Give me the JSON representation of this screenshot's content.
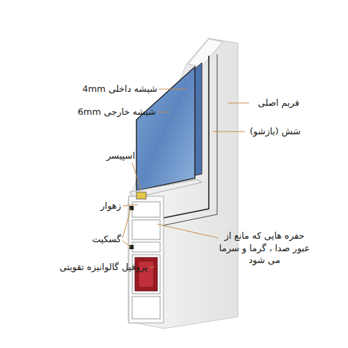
{
  "diagram": {
    "labels": [
      "شیشه داخلی 4mm",
      "شیشه خارجی 6mm",
      "فریم اصلی",
      "سَش (بازشو)",
      "اسپیسر",
      "زهوار",
      "گسکیت",
      "حفره هایی که مانع از عبور صدا ، گرما و سرما می شود",
      "پروفیل گالوانیزه تقویتی"
    ]
  }
}
